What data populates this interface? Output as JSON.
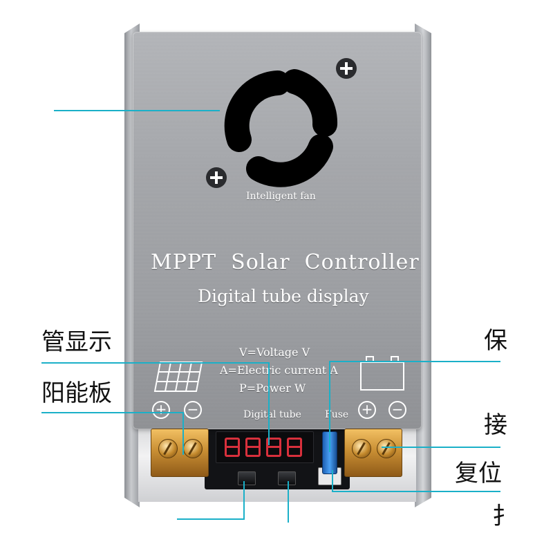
{
  "device": {
    "fan_label": "Intelligent fan",
    "title": "MPPT  Solar  Controller",
    "subtitle": "Digital tube display",
    "legend": {
      "voltage": "V=Voltage V",
      "current": "A=Electric current A",
      "power": "P=Power W"
    },
    "digital_tube_label": "Digital tube",
    "fuse_label": "Fuse",
    "plus_symbol": "+",
    "minus_symbol": "−"
  },
  "annotations": {
    "left_1": "管显示",
    "left_2": "阳能板",
    "right_1": "保",
    "right_2": "接",
    "right_3": "复位",
    "right_4": "扌"
  },
  "colors": {
    "annotation_line": "#1ab0c8",
    "panel": "#a5a7ab",
    "display_digit": "#d8303c",
    "fuse": "#4aa0f5",
    "terminal": "#c98f34"
  }
}
